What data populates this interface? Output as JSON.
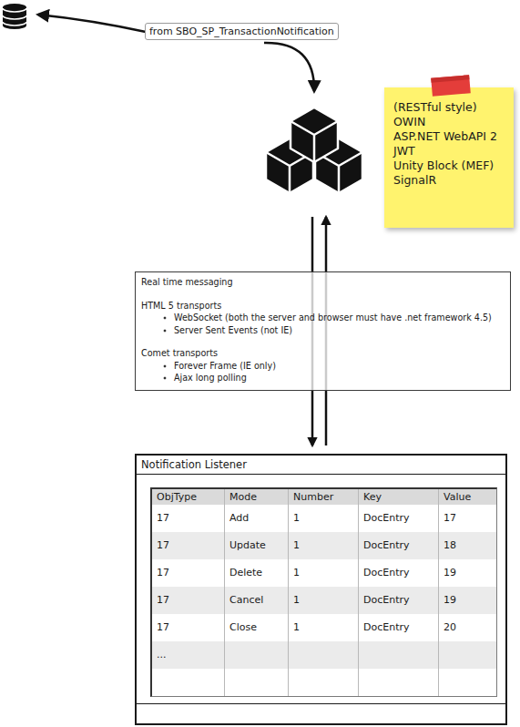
{
  "diagram": {
    "nodes": [
      {
        "text": [
          "(RESTful style)",
          "OWIN",
          "ASP.NET WebAPI 2",
          "JWT",
          "Unity Block (MEF)",
          "SignalR"
        ]
      },
      {
        "text": [
          "Real time messaging",
          "HTML 5 transports",
          "WebSocket (both the server and browser must have .net framework 4.5)",
          "Server Sent Events (not IE)",
          "Comet transports",
          "Forever Frame (IE only)",
          "Ajax long polling"
        ]
      },
      {
        "text": [
          "Notification Listener"
        ]
      }
    ],
    "labels": [
      "from SBO_SP_TransactionNotification",
      "ObjType",
      "Mode",
      "Number",
      "Key",
      "Value",
      "17",
      "Add",
      "1",
      "DocEntry",
      "17",
      "17",
      "Update",
      "1",
      "DocEntry",
      "18",
      "17",
      "Delete",
      "1",
      "DocEntry",
      "19",
      "17",
      "Cancel",
      "1",
      "DocEntry",
      "19",
      "17",
      "Close",
      "1",
      "DocEntry",
      "20",
      "..."
    ]
  }
}
